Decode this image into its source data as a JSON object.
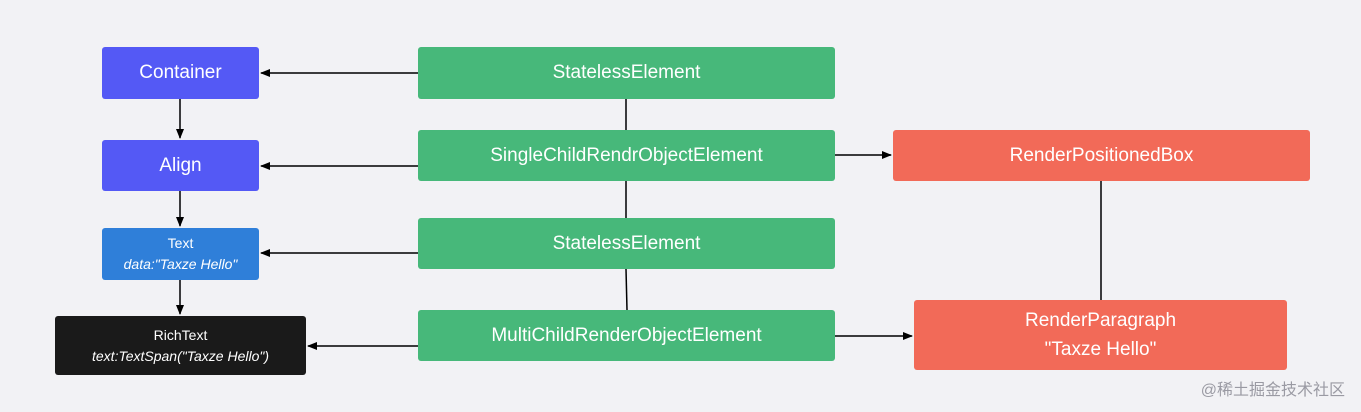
{
  "widgets": {
    "container": "Container",
    "align": "Align",
    "text_title": "Text",
    "text_sub": "data:\"Taxze Hello\"",
    "richtext_title": "RichText",
    "richtext_sub": "text:TextSpan(\"Taxze Hello\")"
  },
  "elements": {
    "stateless_1": "StatelessElement",
    "single_child": "SingleChildRendrObjectElement",
    "stateless_2": "StatelessElement",
    "multi_child": "MultiChildRenderObjectElement"
  },
  "render_objects": {
    "positioned_box": "RenderPositionedBox",
    "paragraph_title": "RenderParagraph",
    "paragraph_sub": "\"Taxze Hello\""
  },
  "watermark": "@稀土掘金技术社区",
  "colors": {
    "widget": "#5459f5",
    "text_widget": "#2f7fd9",
    "richtext_widget": "#1a1a1a",
    "element": "#47b87a",
    "render_object": "#f26a58"
  }
}
